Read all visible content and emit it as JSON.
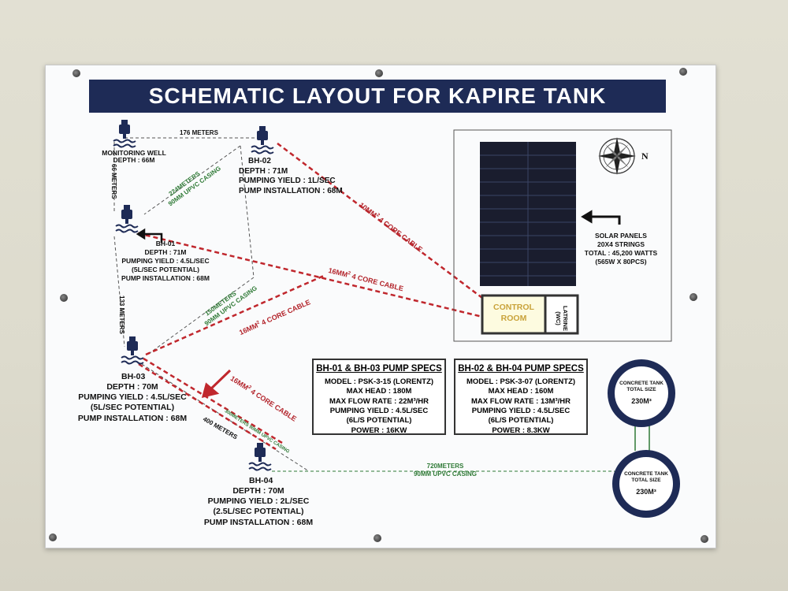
{
  "title": "SCHEMATIC LAYOUT FOR KAPIRE TANK",
  "monitoring_well": {
    "name": "MONITORING WELL",
    "depth": "DEPTH : 66M"
  },
  "bh02": {
    "name": "BH-02",
    "depth": "DEPTH : 71M",
    "yield": "PUMPING YIELD : 1L/SEC",
    "install": "PUMP INSTALLATION : 68M"
  },
  "bh01": {
    "name": "BH-01",
    "depth": "DEPTH : 71M",
    "yield": "PUMPING YIELD : 4.5L/SEC",
    "potential": "(5L/SEC POTENTIAL)",
    "install": "PUMP INSTALLATION : 68M"
  },
  "bh03": {
    "name": "BH-03",
    "depth": "DEPTH : 70M",
    "yield": "PUMPING YIELD : 4.5L/SEC",
    "potential": "(5L/SEC POTENTIAL)",
    "install": "PUMP INSTALLATION : 68M"
  },
  "bh04": {
    "name": "BH-04",
    "depth": "DEPTH : 70M",
    "yield": "PUMPING YIELD : 2L/SEC",
    "potential": "(2.5L/SEC POTENTIAL)",
    "install": "PUMP INSTALLATION : 68M"
  },
  "distances": {
    "mw_bh02": "176 METERS",
    "mw_bh01": "66 METERS",
    "bh01_bh03": "133 METERS",
    "bh03_bh04": "400 METERS",
    "casing_224_a": "224METERS",
    "casing_224_b": "90MM UPVC CASING",
    "casing_150_a": "150METERS",
    "casing_150_b": "90MM UPVC CASING",
    "casing_300": "300METERS 90MM UPVC CASING",
    "casing_720_a": "720METERS",
    "casing_720_b": "90MM UPVC CASING"
  },
  "cables": {
    "c1_base": "10MM",
    "c1_sup": "2",
    "c1_rest": " 4 CORE CABLE",
    "c2_base": "16MM",
    "c2_sup": "2",
    "c2_rest": " 4 CORE CABLE",
    "c3_base": "16MM",
    "c3_sup": "2",
    "c3_rest": " 4 CORE CABLE",
    "c4_base": "16MM",
    "c4_sup": "2",
    "c4_rest": " 4 CORE CABLE"
  },
  "solar": {
    "l1": "SOLAR PANELS",
    "l2": "20X4 STRINGS",
    "l3": "TOTAL : 45,200 WATTS",
    "l4": "(565W X 80PCS)"
  },
  "compass_label": "N",
  "control_room": {
    "l1": "CONTROL",
    "l2": "ROOM"
  },
  "latrine": {
    "l1": "LATRINE",
    "l2": "(WC)"
  },
  "spec_a": {
    "heading": "BH-01 & BH-03 PUMP SPECS",
    "lines": [
      "MODEL : PSK-3-15 (LORENTZ)",
      "MAX HEAD : 180M",
      "MAX FLOW RATE : 22M³/HR",
      "PUMPING YIELD : 4.5L/SEC",
      "(6L/S POTENTIAL)",
      "POWER : 16KW"
    ]
  },
  "spec_b": {
    "heading": "BH-02 & BH-04 PUMP SPECS",
    "lines": [
      "MODEL : PSK-3-07 (LORENTZ)",
      "MAX HEAD : 160M",
      "MAX FLOW RATE : 13M³/HR",
      "PUMPING YIELD : 4.5L/SEC",
      "(6L/S POTENTIAL)",
      "POWER : 8.3KW"
    ]
  },
  "tank_top": {
    "l1": "CONCRETE TANK",
    "l2": "TOTAL SIZE",
    "l3": "230M³"
  },
  "tank_bottom": {
    "l1": "CONCRETE TANK",
    "l2": "TOTAL SIZE",
    "l3": "230M³"
  },
  "colors": {
    "navy": "#1e2b56",
    "cable_red": "#c0272d",
    "pipe_green": "#2f7a36"
  }
}
